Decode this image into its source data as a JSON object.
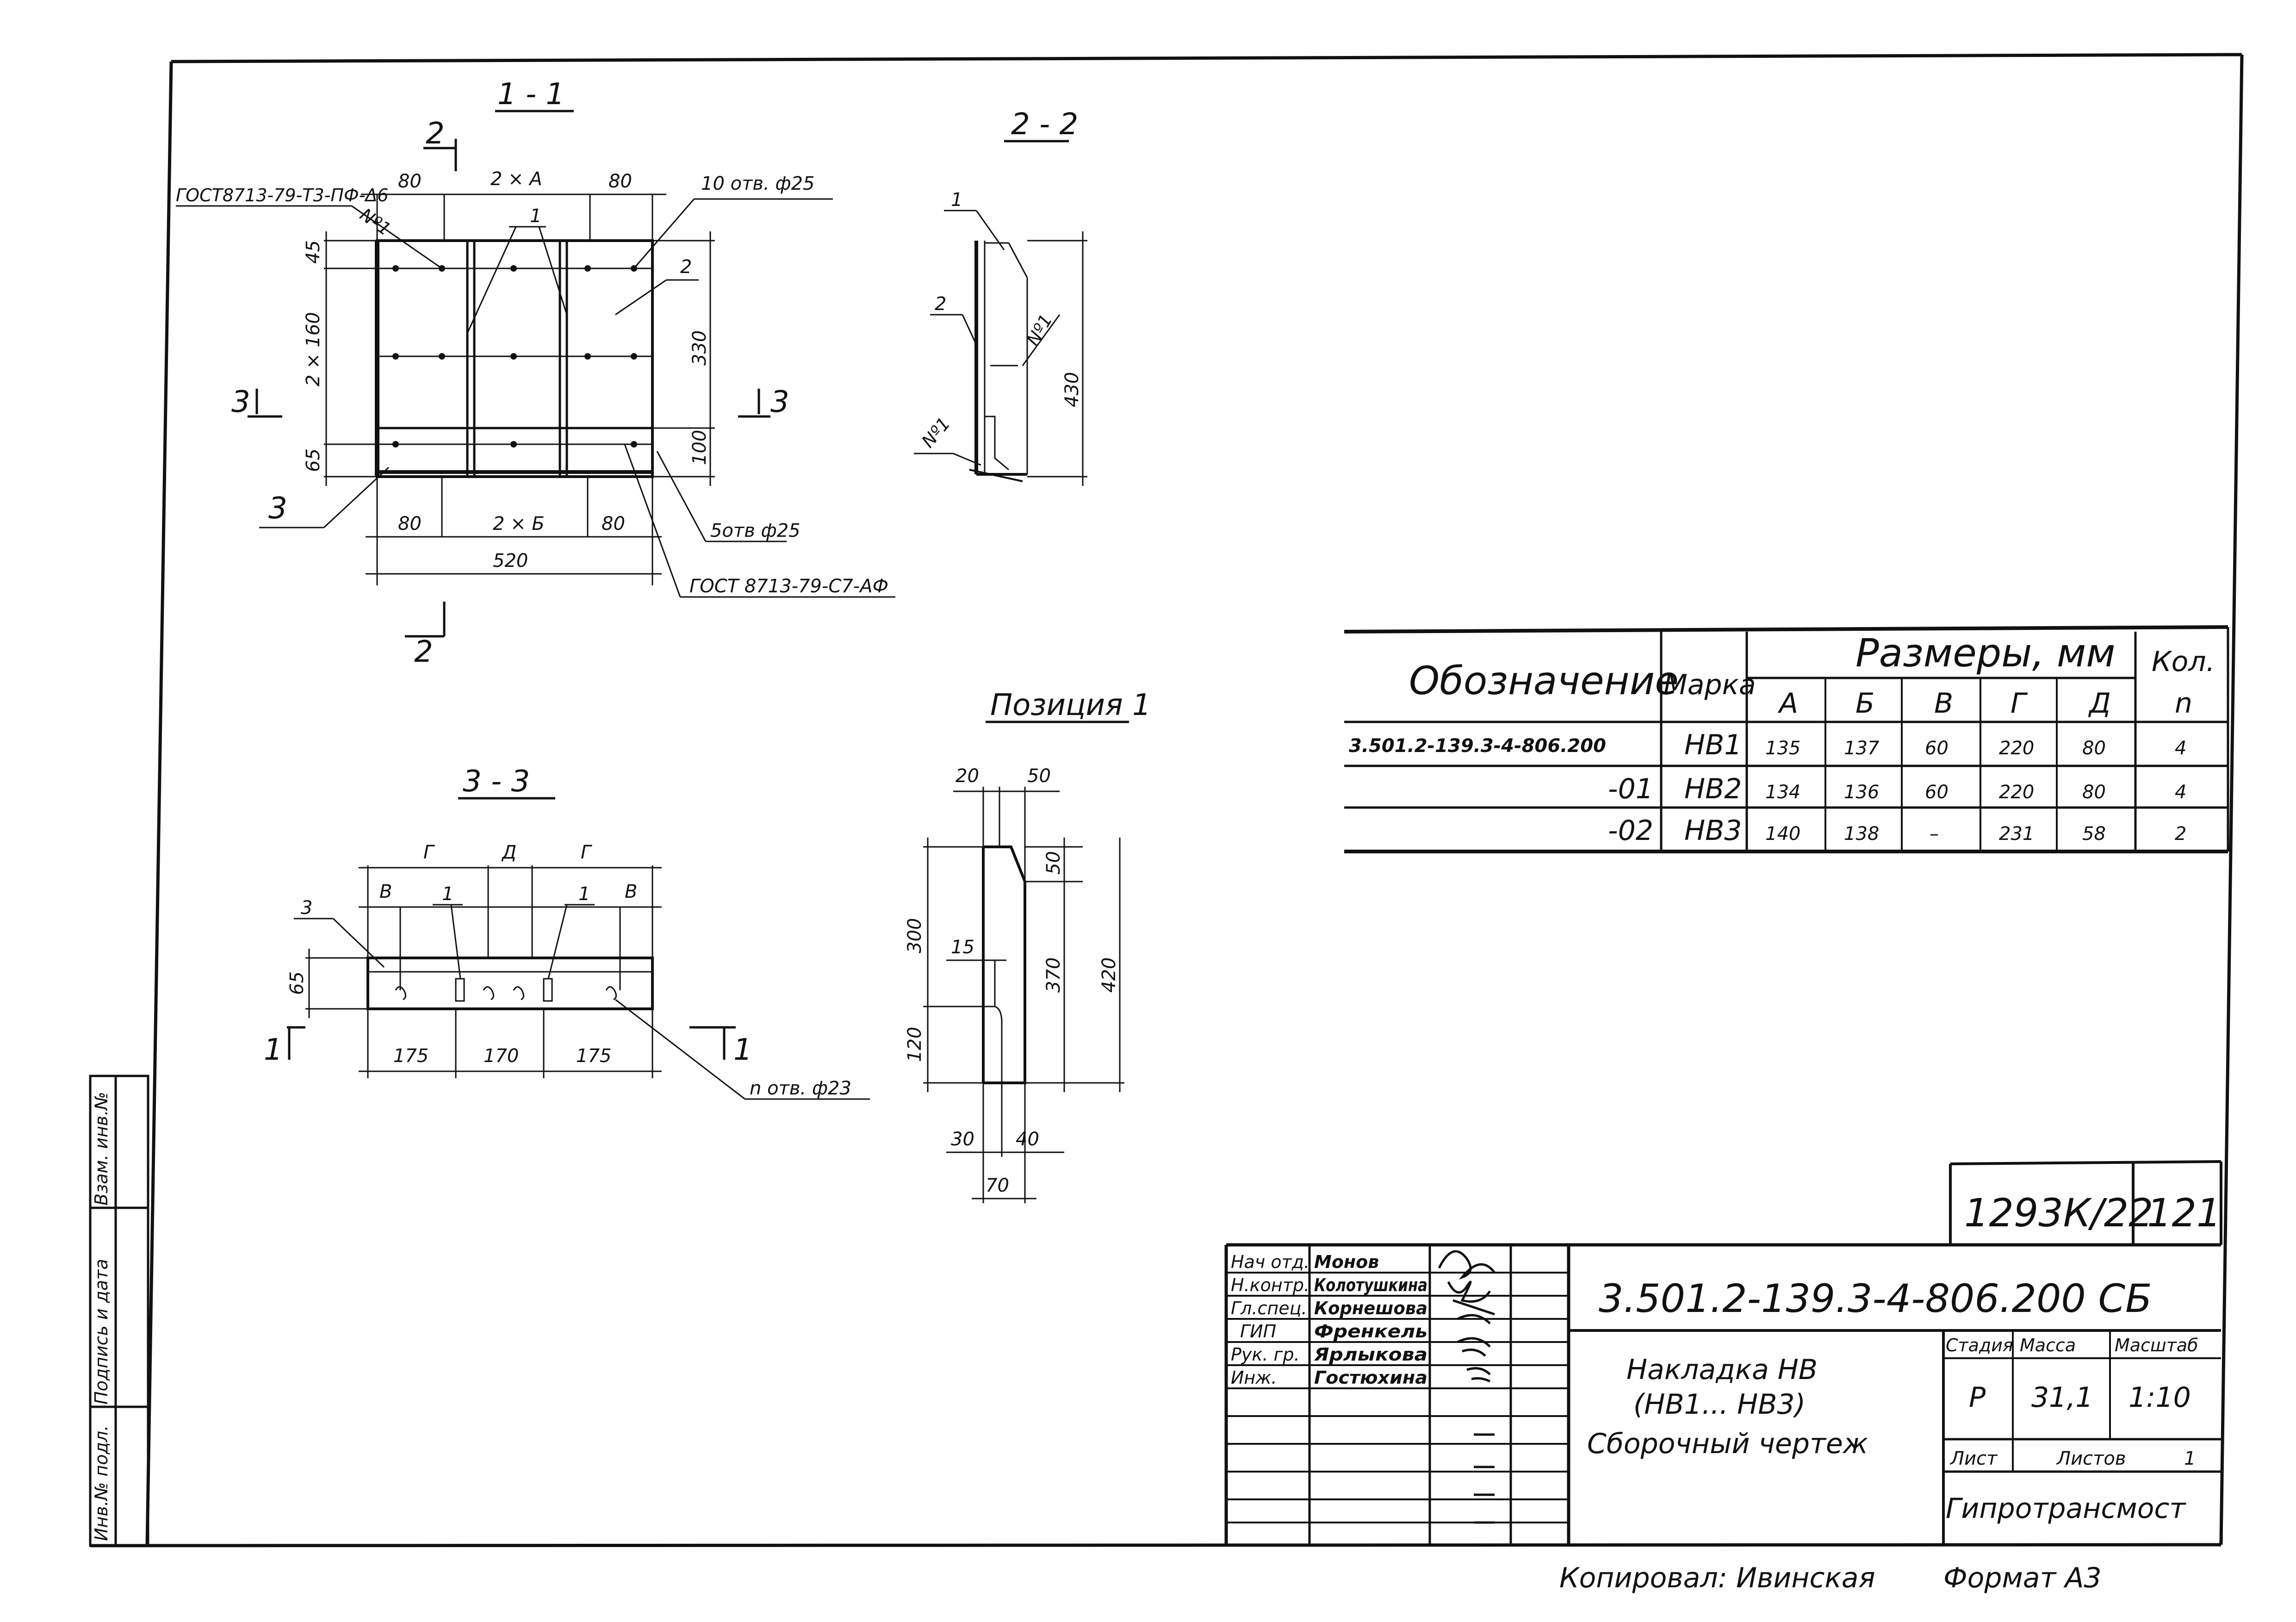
{
  "sections": {
    "s11": {
      "title": "1 - 1",
      "d_top_80a": "80",
      "d_top_2a": "2 × А",
      "d_top_80b": "80",
      "d_bot_80a": "80",
      "d_bot_2b": "2 × Б",
      "d_bot_80b": "80",
      "d_520": "520",
      "d_45": "45",
      "d_2x160": "2 × 160",
      "d_65": "65",
      "d_330": "330",
      "d_100": "100",
      "mark_2": "2",
      "mark_3": "3",
      "call_1": "1",
      "call_2": "2",
      "call_3": "3",
      "note_gost_tl": "ГОСТ8713-79-Т3-ПФ-Δ6",
      "note_n1": "Nº1",
      "note_holes": "10 отв. ф25",
      "note_5holes": "5отв ф25",
      "note_gost_br": "ГОСТ 8713-79-С7-АФ"
    },
    "s22": {
      "title": "2 - 2",
      "call_1": "1",
      "call_2": "2",
      "n1a": "Nº1",
      "n1b": "Nº1",
      "d_430": "430"
    },
    "s33": {
      "title": "3 - 3",
      "d_G1": "Г",
      "d_D": "Д",
      "d_G2": "Г",
      "d_V1": "В",
      "d_V2": "В",
      "call_3": "3",
      "call_1a": "1",
      "call_1b": "1",
      "d_65": "65",
      "d_175a": "175",
      "d_170": "170",
      "d_175b": "175",
      "mark_1": "1",
      "note_holes": "n отв. ф23"
    },
    "pos1": {
      "title": "Позиция 1",
      "d_20": "20",
      "d_50t": "50",
      "d_50r": "50",
      "d_300": "300",
      "d_15": "15",
      "d_370": "370",
      "d_420": "420",
      "d_120": "120",
      "d_30": "30",
      "d_40": "40",
      "d_70": "70"
    }
  },
  "spec_table": {
    "h_oboz": "Обозначение",
    "h_marka": "Марка",
    "h_sizes": "Размеры, мм",
    "h_kol": "Кол.",
    "h_n": "n",
    "h_cols": [
      "А",
      "Б",
      "В",
      "Г",
      "Д"
    ],
    "rows": [
      {
        "oboz": "3.501.2-139.3-4-806.200",
        "marka": "НВ1",
        "a": "135",
        "b": "137",
        "v": "60",
        "g": "220",
        "d": "80",
        "n": "4"
      },
      {
        "oboz": "-01",
        "marka": "НВ2",
        "a": "134",
        "b": "136",
        "v": "60",
        "g": "220",
        "d": "80",
        "n": "4"
      },
      {
        "oboz": "-02",
        "marka": "НВ3",
        "a": "140",
        "b": "138",
        "v": "–",
        "g": "231",
        "d": "58",
        "n": "2"
      }
    ]
  },
  "title_block": {
    "top_code": "1293К/22",
    "top_num": "121",
    "doc_code": "3.501.2-139.3-4-806.200 СБ",
    "name1": "Накладка НВ",
    "name2": "(НВ1... НВ3)",
    "name3": "Сборочный чертеж",
    "h_stage": "Стадия",
    "h_mass": "Масса",
    "h_scale": "Масштаб",
    "stage": "Р",
    "mass": "31,1",
    "scale": "1:10",
    "sheet_label": "Лист",
    "sheets_label": "Листов",
    "sheets": "1",
    "org": "Гипротрансмост",
    "roles": [
      "Нач отд.",
      "Н.контр.",
      "Гл.спец.",
      "ГИП",
      "Рук. гр.",
      "Инж."
    ],
    "names": [
      "Монов",
      "Колотушкина",
      "Корнешова",
      "Френкель",
      "Ярлыкова",
      "Гостюхина"
    ]
  },
  "side_stamp": [
    "Инв.№ подл.",
    "Подпись и дата",
    "Взам. инв.№"
  ],
  "footer": {
    "copied": "Копировал: Ивинская",
    "format": "Формат А3"
  }
}
